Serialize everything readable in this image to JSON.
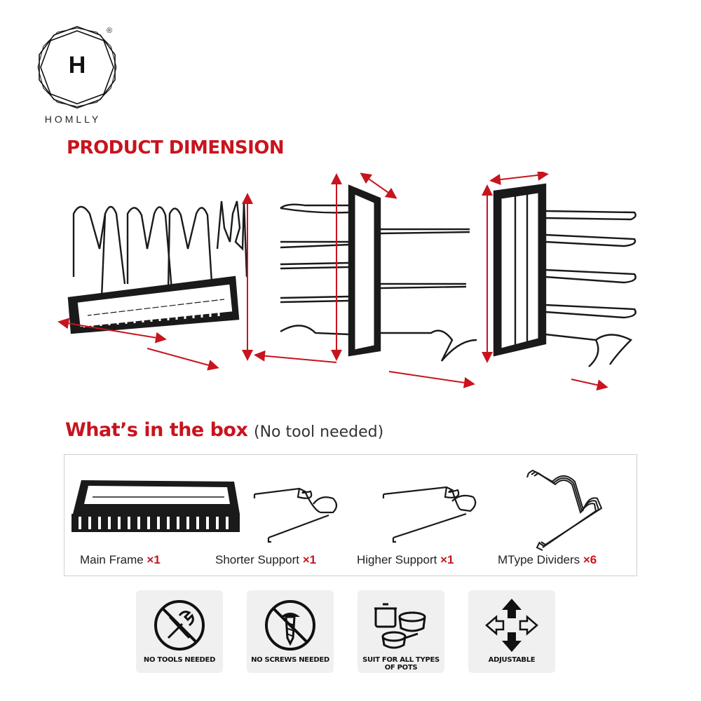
{
  "brand": {
    "logo_letter": "H",
    "name": "HOMLLY",
    "registered_mark": "®"
  },
  "sections": {
    "dimension_title": "PRODUCT DIMENSION",
    "box_title": "What’s in the box",
    "box_subtitle": "(No tool needed)"
  },
  "box_items": [
    {
      "label": "Main Frame",
      "qty": "×1"
    },
    {
      "label": "Shorter Support",
      "qty": "×1"
    },
    {
      "label": "Higher Support",
      "qty": "×1"
    },
    {
      "label": "MType Dividers",
      "qty": "×6"
    }
  ],
  "features": [
    {
      "label": "NO TOOLS NEEDED",
      "icon": "no-tools-icon"
    },
    {
      "label": "NO SCREWS NEEDED",
      "icon": "no-screws-icon"
    },
    {
      "label": "SUIT FOR ALL TYPES OF POTS",
      "icon": "pots-icon"
    },
    {
      "label": "ADJUSTABLE",
      "icon": "adjustable-arrows-icon"
    }
  ],
  "colors": {
    "accent_red": "#c8141e",
    "rack_black": "#1a1a1a",
    "badge_bg": "#f0f0f0"
  }
}
